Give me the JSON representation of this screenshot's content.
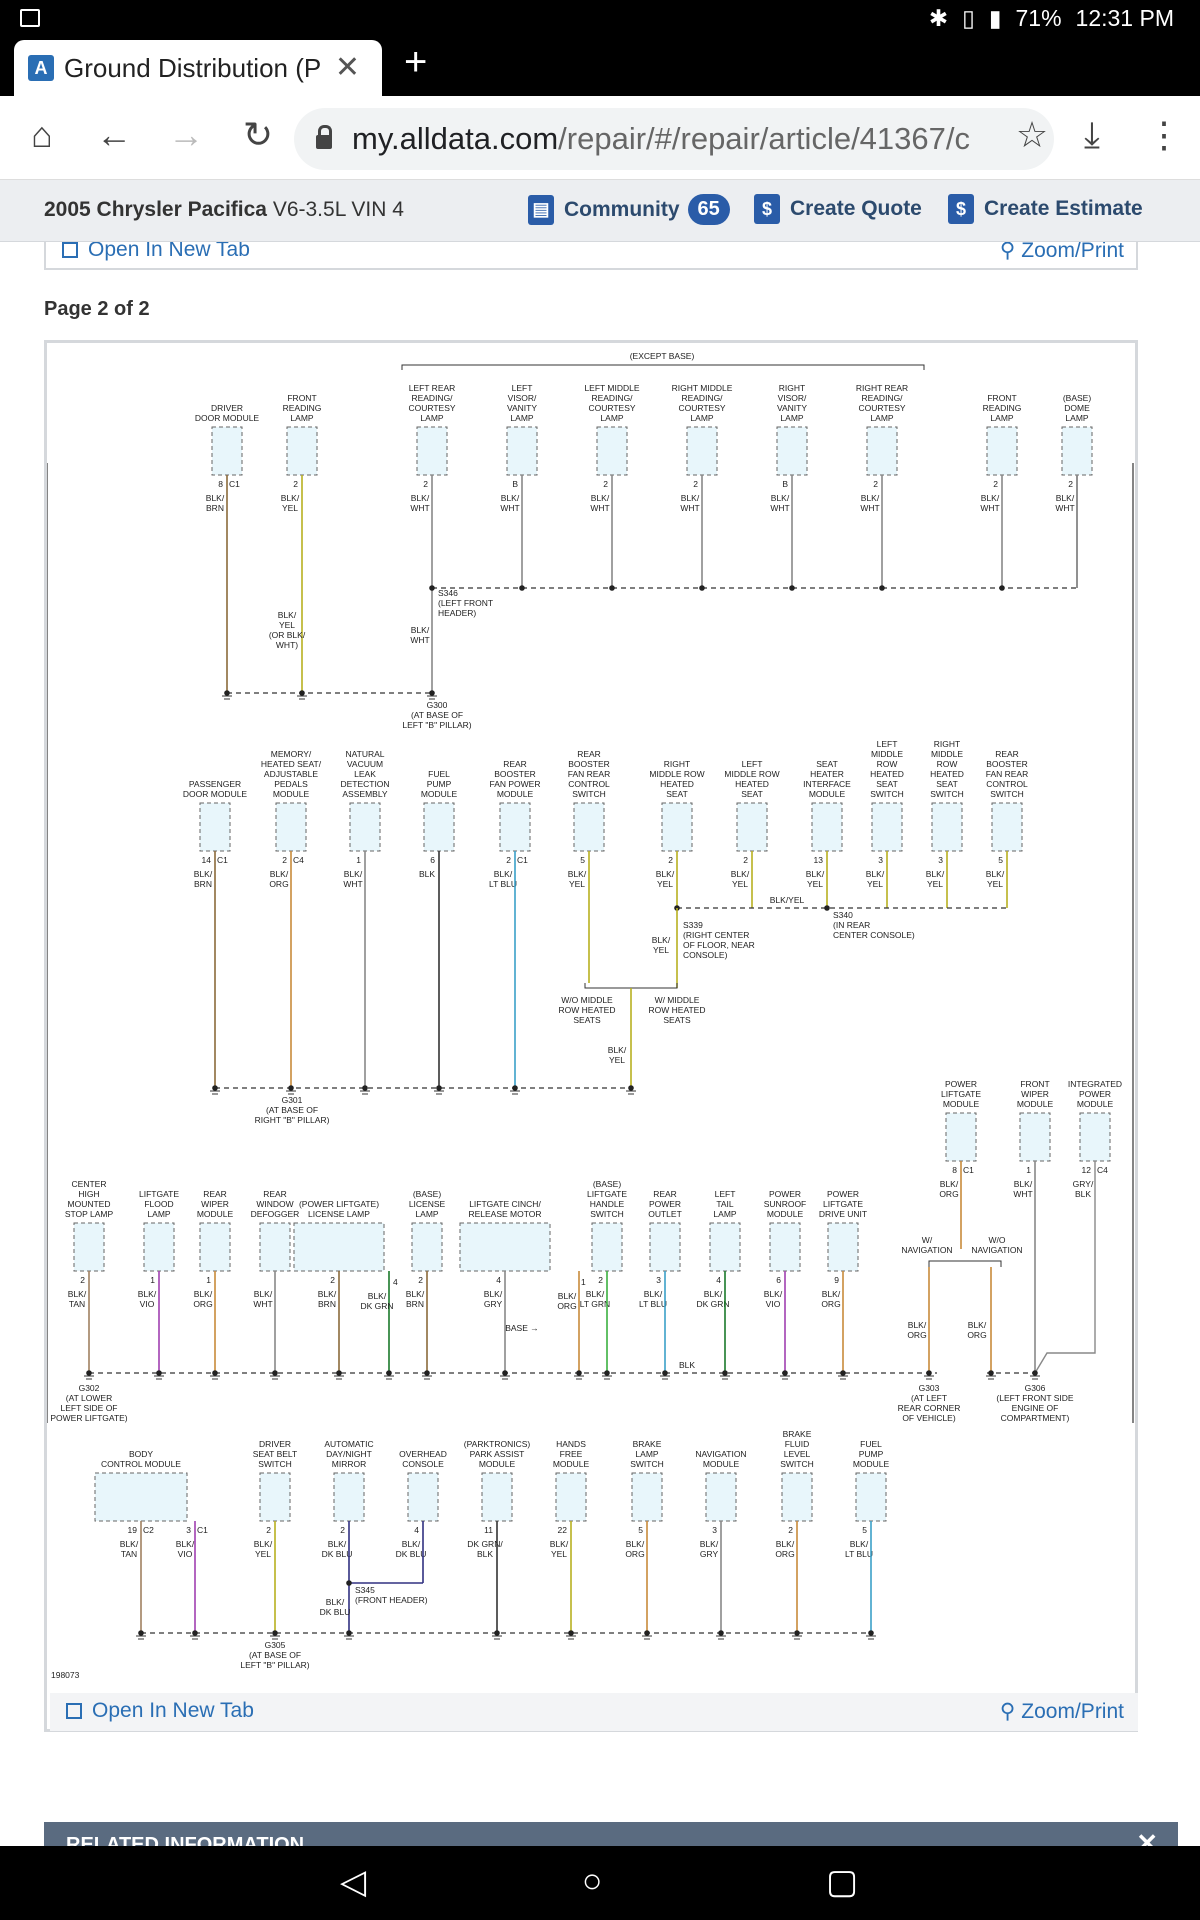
{
  "status": {
    "battery": "71%",
    "time": "12:31 PM"
  },
  "tab": {
    "title": "Ground Distribution (P",
    "new_tab": "+"
  },
  "address": {
    "host": "my.alldata.com",
    "path": "/repair/#/repair/article/41367/c"
  },
  "app": {
    "vehicle_bold": "2005 Chrysler Pacifica",
    "vehicle_rest": " V6-3.5L VIN 4",
    "community_label": "Community",
    "community_count": "65",
    "quote_label": "Create Quote",
    "estimate_label": "Create Estimate"
  },
  "article": {
    "open_new_tab": "Open In New Tab",
    "zoom_print": "Zoom/Print",
    "page_label": "Page 2 of 2",
    "figure_id": "198073",
    "related": "RELATED INFORMATION"
  },
  "diagram": {
    "except_base": "(EXCEPT BASE)",
    "row1_components": [
      {
        "label": "DRIVER|DOOR MODULE",
        "pin": "8",
        "conn": "C1",
        "wire": "BLK/|BRN"
      },
      {
        "label": "FRONT|READING|LAMP",
        "pin": "2",
        "conn": "",
        "wire": "BLK/|YEL"
      },
      {
        "label": "LEFT REAR|READING/|COURTESY|LAMP",
        "pin": "2",
        "conn": "",
        "wire": "BLK/|WHT"
      },
      {
        "label": "LEFT|VISOR/|VANITY|LAMP",
        "pin": "B",
        "conn": "",
        "wire": "BLK/|WHT"
      },
      {
        "label": "LEFT MIDDLE|READING/|COURTESY|LAMP",
        "pin": "2",
        "conn": "",
        "wire": "BLK/|WHT"
      },
      {
        "label": "RIGHT MIDDLE|READING/|COURTESY|LAMP",
        "pin": "2",
        "conn": "",
        "wire": "BLK/|WHT"
      },
      {
        "label": "RIGHT|VISOR/|VANITY|LAMP",
        "pin": "B",
        "conn": "",
        "wire": "BLK/|WHT"
      },
      {
        "label": "RIGHT REAR|READING/|COURTESY|LAMP",
        "pin": "2",
        "conn": "",
        "wire": "BLK/|WHT"
      },
      {
        "label": "FRONT|READING|LAMP",
        "pin": "2",
        "conn": "",
        "wire": "BLK/|WHT"
      },
      {
        "label": "(BASE)|DOME|LAMP",
        "pin": "2",
        "conn": "",
        "wire": "BLK/|WHT"
      }
    ],
    "s346": "S346|(LEFT FRONT|HEADER)",
    "s346_wire": "BLK/|WHT",
    "yel_alt": "BLK/|YEL|(OR BLK/|WHT)",
    "g300": "G300|(AT BASE OF|LEFT \"B\" PILLAR)",
    "row2_components": [
      {
        "label": "PASSENGER|DOOR MODULE",
        "pin": "14",
        "conn": "C1",
        "wire": "BLK/|BRN"
      },
      {
        "label": "MEMORY/|HEATED SEAT/|ADJUSTABLE|PEDALS|MODULE",
        "pin": "2",
        "conn": "C4",
        "wire": "BLK/|ORG"
      },
      {
        "label": "NATURAL|VACUUM|LEAK|DETECTION|ASSEMBLY",
        "pin": "1",
        "conn": "",
        "wire": "BLK/|WHT"
      },
      {
        "label": "FUEL|PUMP|MODULE",
        "pin": "6",
        "conn": "",
        "wire": "BLK"
      },
      {
        "label": "REAR|BOOSTER|FAN POWER|MODULE",
        "pin": "2",
        "conn": "C1",
        "wire": "BLK/|LT BLU"
      },
      {
        "label": "REAR|BOOSTER|FAN REAR|CONTROL|SWITCH",
        "pin": "5",
        "conn": "",
        "wire": "BLK/|YEL"
      },
      {
        "label": "RIGHT|MIDDLE ROW|HEATED|SEAT",
        "pin": "2",
        "conn": "",
        "wire": "BLK/|YEL"
      },
      {
        "label": "LEFT|MIDDLE ROW|HEATED|SEAT",
        "pin": "2",
        "conn": "",
        "wire": "BLK/|YEL"
      },
      {
        "label": "SEAT|HEATER|INTERFACE|MODULE",
        "pin": "13",
        "conn": "",
        "wire": "BLK/|YEL"
      },
      {
        "label": "LEFT|MIDDLE|ROW|HEATED|SEAT|SWITCH",
        "pin": "3",
        "conn": "",
        "wire": "BLK/|YEL"
      },
      {
        "label": "RIGHT|MIDDLE|ROW|HEATED|SEAT|SWITCH",
        "pin": "3",
        "conn": "",
        "wire": "BLK/|YEL"
      },
      {
        "label": "REAR|BOOSTER|FAN REAR|CONTROL|SWITCH",
        "pin": "5",
        "conn": "",
        "wire": "BLK/|YEL"
      }
    ],
    "s339": "S339|(RIGHT CENTER|OF FLOOR, NEAR|CONSOLE)",
    "s340": "S340|(IN REAR|CENTER CONSOLE)",
    "blk_yel": "BLK/YEL",
    "wo_middle": "W/O MIDDLE|ROW HEATED|SEATS",
    "w_middle": "W/ MIDDLE|ROW HEATED|SEATS",
    "g301": "G301|(AT BASE OF|RIGHT \"B\" PILLAR)",
    "row3_upper": [
      {
        "label": "POWER|LIFTGATE|MODULE",
        "pin": "8",
        "conn": "C1",
        "wire": "BLK/|ORG"
      },
      {
        "label": "FRONT|WIPER|MODULE",
        "pin": "1",
        "conn": "",
        "wire": "BLK/|WHT"
      },
      {
        "label": "INTEGRATED|POWER|MODULE",
        "pin": "12",
        "conn": "C4",
        "wire": "GRY/|BLK"
      }
    ],
    "row3_components": [
      {
        "label": "CENTER|HIGH|MOUNTED|STOP LAMP",
        "pin": "2",
        "conn": "",
        "wire": "BLK/|TAN"
      },
      {
        "label": "LIFTGATE|FLOOD|LAMP",
        "pin": "1",
        "conn": "",
        "wire": "BLK/|VIO"
      },
      {
        "label": "REAR|WIPER|MODULE",
        "pin": "1",
        "conn": "",
        "wire": "BLK/|ORG"
      },
      {
        "label": "REAR|WINDOW|DEFOGGER",
        "pin": "",
        "conn": "",
        "wire": "BLK/|WHT"
      },
      {
        "label": "(POWER LIFTGATE)|LICENSE LAMP",
        "pin": "2",
        "conn": "",
        "wire": "BLK/|BRN"
      },
      {
        "label": "(BASE)|LICENSE|LAMP",
        "pin": "2",
        "conn": "",
        "wire": "BLK/|BRN"
      },
      {
        "label": "LIFTGATE CINCH/|RELEASE MOTOR",
        "pin": "4",
        "conn": "",
        "wire": "BLK/|GRY"
      },
      {
        "label": "(BASE)|LIFTGATE|HANDLE|SWITCH",
        "pin": "2",
        "conn": "",
        "wire": "BLK/|LT GRN"
      },
      {
        "label": "REAR|POWER|OUTLET",
        "pin": "3",
        "conn": "",
        "wire": "BLK/|LT BLU"
      },
      {
        "label": "LEFT|TAIL|LAMP",
        "pin": "4",
        "conn": "",
        "wire": "BLK/|DK GRN"
      },
      {
        "label": "POWER|SUNROOF|MODULE",
        "pin": "6",
        "conn": "",
        "wire": "BLK/|VIO"
      },
      {
        "label": "POWER|LIFTGATE|DRIVE UNIT",
        "pin": "9",
        "conn": "",
        "wire": "BLK/|ORG"
      }
    ],
    "dk_grn": "BLK/|DK GRN",
    "blk_org_lm": "BLK/|ORG",
    "base_arrow": "BASE",
    "blk": "BLK",
    "w_nav": "W/|NAVIGATION",
    "wo_nav": "W/O|NAVIGATION",
    "g302": "G302|(AT LOWER|LEFT SIDE OF|POWER LIFTGATE)",
    "g303": "G303|(AT LEFT|REAR CORNER|OF VEHICLE)",
    "g306": "G306|(LEFT FRONT SIDE|ENGINE OF|COMPARTMENT)",
    "row4_components": [
      {
        "label": "BODY|CONTROL MODULE",
        "pin": "19",
        "conn": "C2",
        "wire": "BLK/|TAN"
      },
      {
        "label": "DRIVER|SEAT BELT|SWITCH",
        "pin": "2",
        "conn": "",
        "wire": "BLK/|YEL"
      },
      {
        "label": "AUTOMATIC|DAY/NIGHT|MIRROR",
        "pin": "2",
        "conn": "",
        "wire": "BLK/|DK BLU"
      },
      {
        "label": "OVERHEAD|CONSOLE",
        "pin": "4",
        "conn": "",
        "wire": "BLK/|DK BLU"
      },
      {
        "label": "(PARKTRONICS)|PARK ASSIST|MODULE",
        "pin": "11",
        "conn": "",
        "wire": "DK GRN/|BLK"
      },
      {
        "label": "HANDS|FREE|MODULE",
        "pin": "22",
        "conn": "",
        "wire": "BLK/|YEL"
      },
      {
        "label": "BRAKE|LAMP|SWITCH",
        "pin": "5",
        "conn": "",
        "wire": "BLK/|ORG"
      },
      {
        "label": "NAVIGATION|MODULE",
        "pin": "3",
        "conn": "",
        "wire": "BLK/|GRY"
      },
      {
        "label": "BRAKE|FLUID|LEVEL|SWITCH",
        "pin": "2",
        "conn": "",
        "wire": "BLK/|ORG"
      },
      {
        "label": "FUEL|PUMP|MODULE",
        "pin": "5",
        "conn": "",
        "wire": "BLK/|LT BLU"
      }
    ],
    "bcm_c1": {
      "pin": "3",
      "conn": "C1",
      "wire": "BLK/|VIO"
    },
    "s345": "S345|(FRONT HEADER)",
    "s345_wire": "BLK/|DK BLU",
    "g305": "G305|(AT BASE OF|LEFT \"B\" PILLAR)"
  },
  "colors": {
    "accent": "#2a6eb4",
    "appbar": "#eceef1",
    "component_fill": "#e8f6fb"
  }
}
